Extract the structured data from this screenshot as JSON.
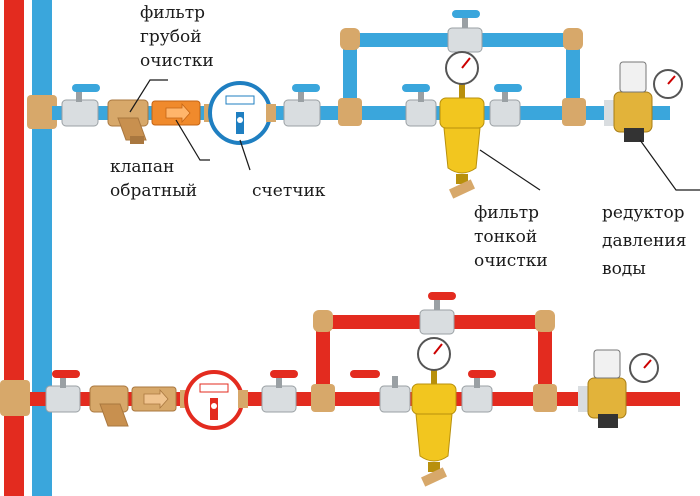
{
  "labels": {
    "coarse_filter": [
      "фильтр",
      "грубой",
      "очистки"
    ],
    "check_valve": [
      "клапан",
      "обратный"
    ],
    "meter": [
      "счетчик"
    ],
    "fine_filter": [
      "фильтр",
      "тонкой",
      "очистки"
    ],
    "pressure_reducer": [
      "редуктор",
      "давления",
      "воды"
    ]
  },
  "colors": {
    "cold_pipe": "#3aa6dc",
    "hot_pipe": "#e32b1f",
    "brass": "#d7a86a",
    "chrome": "#d9dde0",
    "check_valve_orange": "#f08a2c",
    "filter_yellow": "#f2c61f",
    "meter_dial": "#1f7fc1"
  },
  "icons": {
    "valve_handle_cold": "blue-lever-handle-icon",
    "valve_handle_hot": "red-lever-handle-icon",
    "gauge": "pressure-gauge-icon",
    "meter": "water-meter-icon"
  }
}
